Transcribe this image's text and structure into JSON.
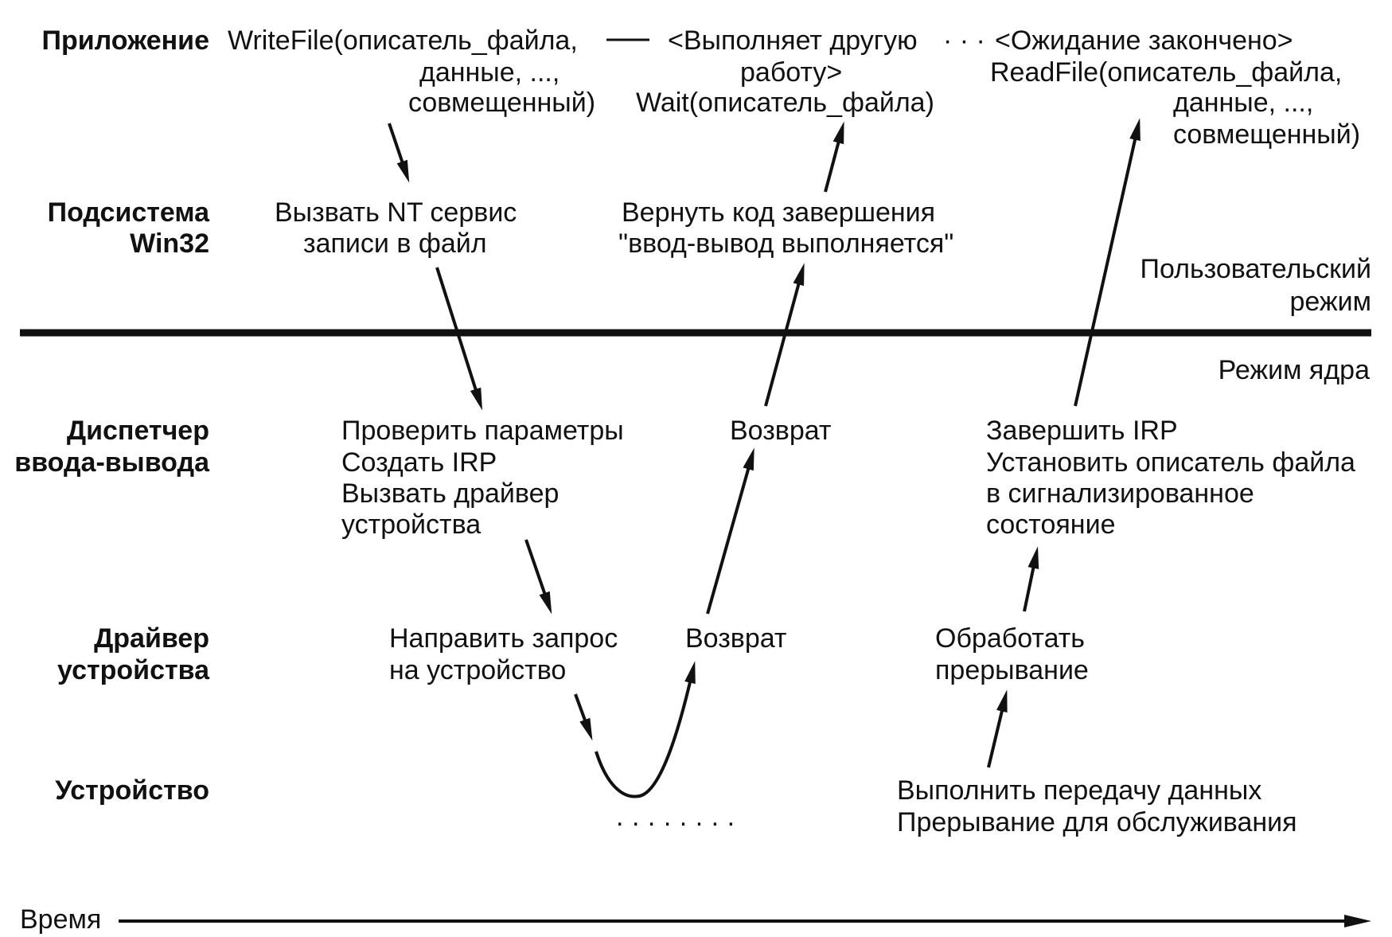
{
  "lanes": {
    "app": "Приложение",
    "win32": [
      "Подсистема",
      "Win32"
    ],
    "io_manager": [
      "Диспетчер",
      "ввода-вывода"
    ],
    "driver": [
      "Драйвер",
      "устройства"
    ],
    "device": "Устройство"
  },
  "app_row": {
    "write_call": [
      "WriteFile(описатель_файла,",
      "данные, ...,",
      "совмещенный)"
    ],
    "other_work": [
      "<Выполняет другую",
      "работу>"
    ],
    "wait_call": "Wait(описатель_файла)",
    "ellipsis": "· · ·",
    "wait_done": "<Ожидание закончено>",
    "read_call": [
      "ReadFile(описатель_файла,",
      "данные, ...,",
      "совмещенный)"
    ]
  },
  "win32_row": {
    "call_nt": [
      "Вызвать NT сервис",
      "записи в файл"
    ],
    "return_status": [
      "Вернуть код завершения",
      "\"ввод-вывод выполняется\""
    ]
  },
  "modes": {
    "user": [
      "Пользовательский",
      "режим"
    ],
    "kernel": "Режим ядра"
  },
  "io_row": {
    "steps": [
      "Проверить параметры",
      "Создать IRP",
      "Вызвать драйвер",
      "устройства"
    ],
    "return": "Возврат",
    "complete": [
      "Завершить IRP",
      "Установить описатель файла",
      "в сигнализированное",
      "состояние"
    ]
  },
  "driver_row": {
    "send": [
      "Направить запрос",
      "на устройство"
    ],
    "return": "Возврат",
    "isr": [
      "Обработать",
      "прерывание"
    ]
  },
  "device_row": {
    "waiting": "........",
    "transfer": [
      "Выполнить передачу данных",
      "Прерывание для обслуживания"
    ]
  },
  "time_axis": {
    "label": "Время"
  },
  "colors": {
    "ink": "#111111",
    "background": "#ffffff"
  }
}
